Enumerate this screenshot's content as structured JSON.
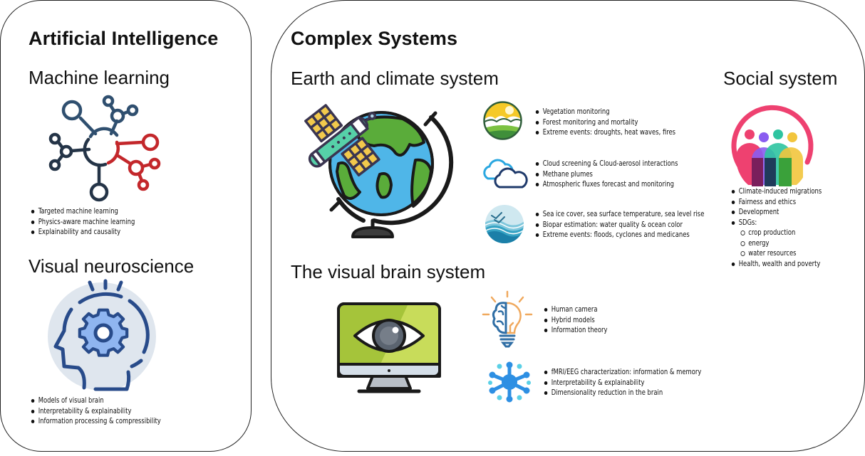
{
  "ai_panel": {
    "title": "Artificial Intelligence",
    "machine_learning": {
      "heading": "Machine learning",
      "icon": "neural-network-icon",
      "bullets": [
        "Targeted machine learning",
        "Physics-aware machine learning",
        "Explainability and causality"
      ]
    },
    "visual_neuroscience": {
      "heading": "Visual neuroscience",
      "icon": "head-gear-icon",
      "bullets": [
        "Models of visual brain",
        "Interpretability & explainability",
        "Information processing & compressibility"
      ]
    }
  },
  "cs_panel": {
    "title": "Complex Systems",
    "earth": {
      "heading": "Earth and climate system",
      "icon": "globe-satellite-icon",
      "groups": [
        {
          "icon": "landscape-sun-icon",
          "bullets": [
            "Vegetation monitoring",
            "Forest monitoring and mortality",
            "Extreme events: droughts, heat waves, fires"
          ]
        },
        {
          "icon": "clouds-icon",
          "bullets": [
            "Cloud screening & Cloud-aerosol interactions",
            "Methane plumes",
            "Atmospheric  fluxes forecast and monitoring"
          ]
        },
        {
          "icon": "ocean-waves-icon",
          "bullets": [
            "Sea ice cover, sea surface temperature, sea level rise",
            "Biopar estimation: water quality & ocean color",
            "Extreme events: floods, cyclones  and medicanes"
          ]
        }
      ]
    },
    "social": {
      "heading": "Social system",
      "icon": "people-group-icon",
      "bullets": [
        "Climate-induced migrations",
        "Fairness and ethics",
        "Development",
        "SDGs:"
      ],
      "sdg_sub": [
        "crop production",
        "energy",
        "water resources"
      ],
      "bullets_after": [
        "Health, wealth and poverty"
      ]
    },
    "brain": {
      "heading": "The visual brain system",
      "icon": "monitor-eye-icon",
      "groups": [
        {
          "icon": "brain-bulb-icon",
          "bullets": [
            "Human camera",
            "Hybrid models",
            "Information theory"
          ]
        },
        {
          "icon": "neuron-icon",
          "bullets": [
            "fMRI/EEG characterization: information &  memory",
            "Interpretability & explainability",
            "Dimensionality reduction in the brain"
          ]
        }
      ]
    }
  },
  "colors": {
    "network_dark": "#243447",
    "network_blue": "#2f4f6f",
    "network_red": "#c3272b",
    "head_blue": "#284b8a",
    "gear_fill": "#8fb5f0",
    "head_bg": "#dfe6ee",
    "globe_ocean": "#4fb6e8",
    "globe_land": "#5aac3a",
    "satellite_body": "#56d0a8",
    "solar_panel": "#f2c94c",
    "monitor_screen": "#a5c43a",
    "social_ring": "#ee4170"
  }
}
